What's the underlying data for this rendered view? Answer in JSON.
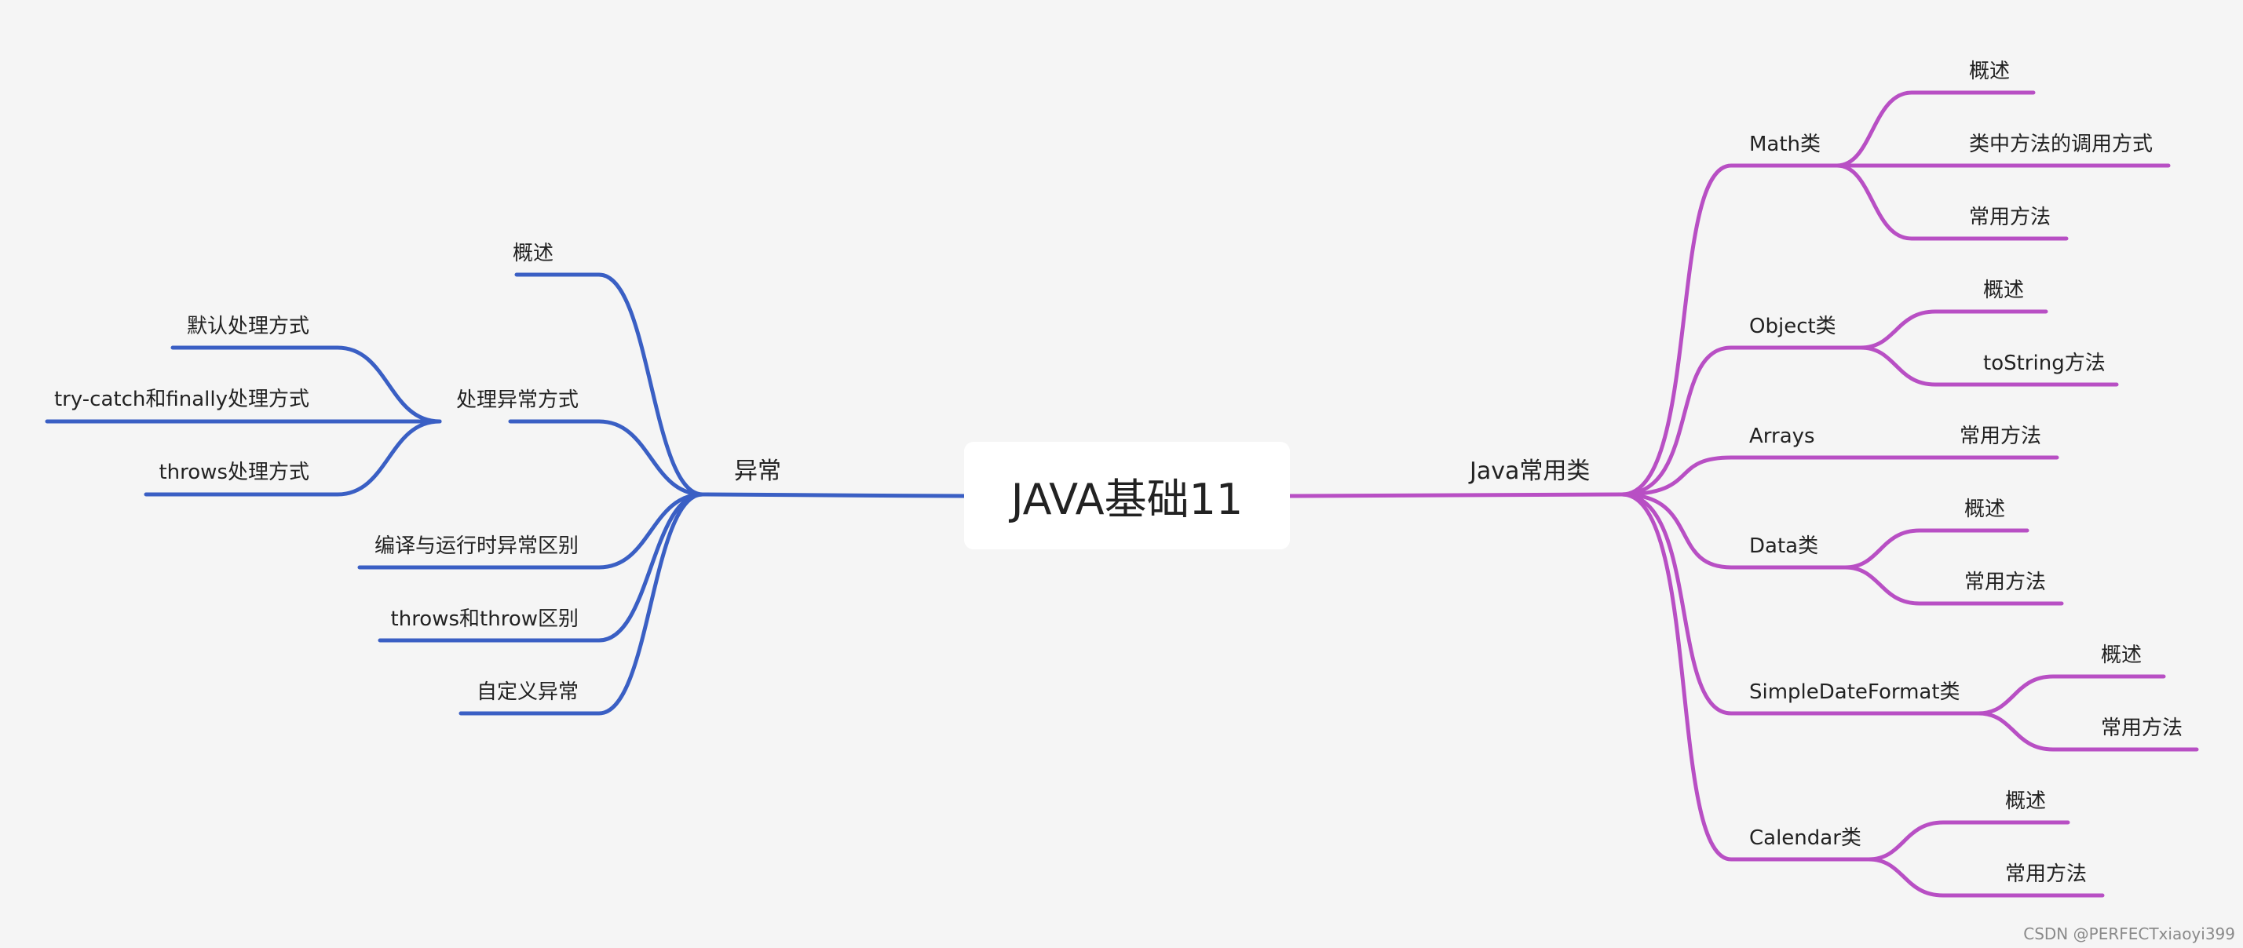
{
  "root": {
    "text": "JAVA基础11"
  },
  "colors": {
    "left_branch": "#3a5fc4",
    "right_branch": "#b84fc4",
    "background": "#f5f5f5",
    "text": "#222222"
  },
  "left": {
    "label": "异常",
    "children": [
      {
        "label": "概述"
      },
      {
        "label": "处理异常方式",
        "children": [
          {
            "label": "默认处理方式"
          },
          {
            "label": "try-catch和finally处理方式"
          },
          {
            "label": "throws处理方式"
          }
        ]
      },
      {
        "label": "编译与运行时异常区别"
      },
      {
        "label": "throws和throw区别"
      },
      {
        "label": "自定义异常"
      }
    ]
  },
  "right": {
    "label": "Java常用类",
    "children": [
      {
        "label": "Math类",
        "children": [
          {
            "label": "概述"
          },
          {
            "label": "类中方法的调用方式"
          },
          {
            "label": "常用方法"
          }
        ]
      },
      {
        "label": "Object类",
        "children": [
          {
            "label": "概述"
          },
          {
            "label": "toString方法"
          }
        ]
      },
      {
        "label": "Arrays",
        "children": [
          {
            "label": "常用方法"
          }
        ]
      },
      {
        "label": "Data类",
        "children": [
          {
            "label": "概述"
          },
          {
            "label": "常用方法"
          }
        ]
      },
      {
        "label": "SimpleDateFormat类",
        "children": [
          {
            "label": "概述"
          },
          {
            "label": "常用方法"
          }
        ]
      },
      {
        "label": "Calendar类",
        "children": [
          {
            "label": "概述"
          },
          {
            "label": "常用方法"
          }
        ]
      }
    ]
  },
  "watermark": "CSDN @PERFECTxiaoyi399"
}
